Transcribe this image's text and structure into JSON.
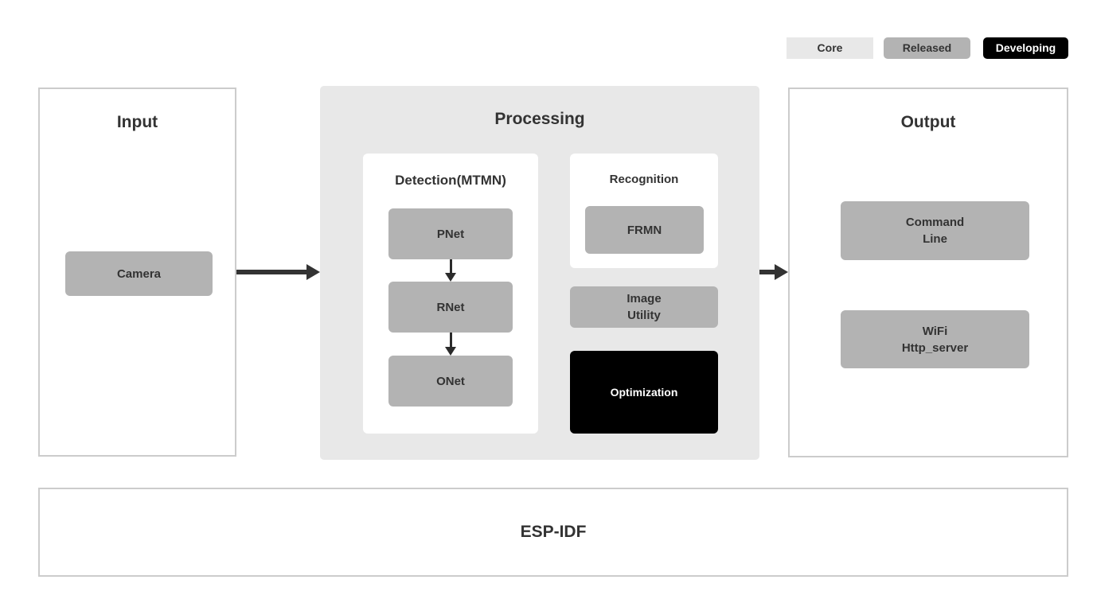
{
  "colors": {
    "core_chip": "#e8e8e8",
    "released_chip": "#b3b3b3",
    "developing_chip": "#000000",
    "panel_background": "#e8e8e8",
    "node_background": "#b3b3b3",
    "node_black": "#000000",
    "text": "#333333",
    "border": "#cccccc",
    "arrow": "#333333"
  },
  "legend": {
    "items": [
      {
        "label": "Core"
      },
      {
        "label": "Released"
      },
      {
        "label": "Developing"
      }
    ]
  },
  "diagram": {
    "input": {
      "title": "Input",
      "camera_label": "Camera"
    },
    "processing": {
      "title": "Processing",
      "detection": {
        "title": "Detection(MTMN)",
        "nodes": [
          "PNet",
          "RNet",
          "ONet"
        ]
      },
      "recognition": {
        "title": "Recognition",
        "node": "FRMN"
      },
      "image_utility": {
        "line1": "Image",
        "line2": "Utility"
      },
      "optimization": "Optimization"
    },
    "output": {
      "title": "Output",
      "command_line": {
        "line1": "Command",
        "line2": "Line"
      },
      "wifi": {
        "line1": "WiFi",
        "line2": "Http_server"
      }
    },
    "foundation": {
      "title": "ESP-IDF"
    }
  }
}
